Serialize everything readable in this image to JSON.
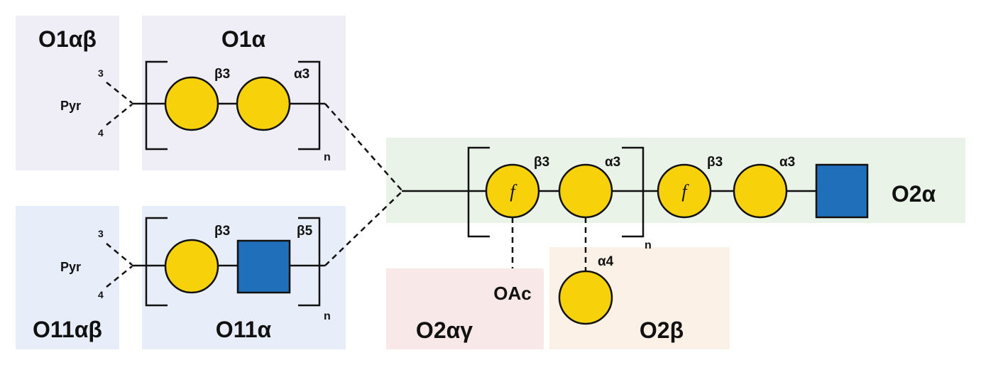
{
  "regions": {
    "o1ab": "O1αβ",
    "o1a": "O1α",
    "o11ab": "O11αβ",
    "o11a": "O11α",
    "o2a": "O2α",
    "o2ag": "O2αγ",
    "o2b": "O2β"
  },
  "colors": {
    "o1_bg": "#efedf6",
    "o11_bg": "#e8eef9",
    "o2a_bg": "#eaf3e8",
    "o2ag_bg": "#f8e8e8",
    "o2b_bg": "#fcf1e6",
    "galactose": "#f7d20a",
    "glcnac": "#1f6fba"
  },
  "o1": {
    "pyr": "Pyr",
    "pos3": "3",
    "pos4": "4",
    "link1": "β3",
    "link2": "α3",
    "repeat": "n",
    "residues": [
      "galactose-circle",
      "galactose-circle"
    ]
  },
  "o11": {
    "pyr": "Pyr",
    "pos3": "3",
    "pos4": "4",
    "link1": "β3",
    "link2": "β5",
    "repeat": "n",
    "residues": [
      "galactose-circle",
      "glcnac-square"
    ]
  },
  "o2": {
    "furanose_mark": "f",
    "repeat_link1": "β3",
    "repeat_link2": "α3",
    "repeat": "n",
    "core_link1": "β3",
    "core_link2": "α3",
    "oac": "OAc",
    "branch_link": "α4",
    "residues": [
      "galactofuranose-circle",
      "galactose-circle",
      "galactofuranose-circle",
      "galactose-circle",
      "glcnac-square"
    ]
  }
}
